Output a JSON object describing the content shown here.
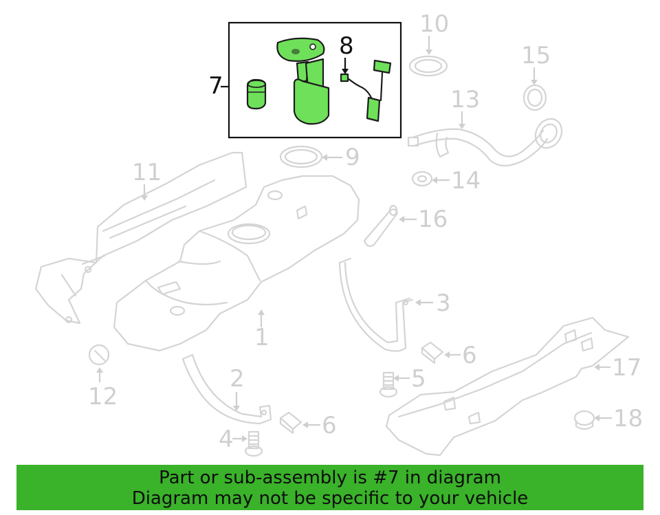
{
  "diagram": {
    "callouts": {
      "c1": "1",
      "c2": "2",
      "c3": "3",
      "c4": "4",
      "c5": "5",
      "c6a": "6",
      "c6b": "6",
      "c7": "7",
      "c8": "8",
      "c9": "9",
      "c10": "10",
      "c11": "11",
      "c12": "12",
      "c13": "13",
      "c14": "14",
      "c15": "15",
      "c16": "16",
      "c17": "17",
      "c18": "18"
    },
    "highlight_color": "#6fe05a",
    "ghost_color": "#d4d4d4"
  },
  "banner": {
    "line1": "Part or sub-assembly is #7 in diagram",
    "line2": "Diagram may not be specific to your vehicle",
    "background": "#3ab22a"
  }
}
